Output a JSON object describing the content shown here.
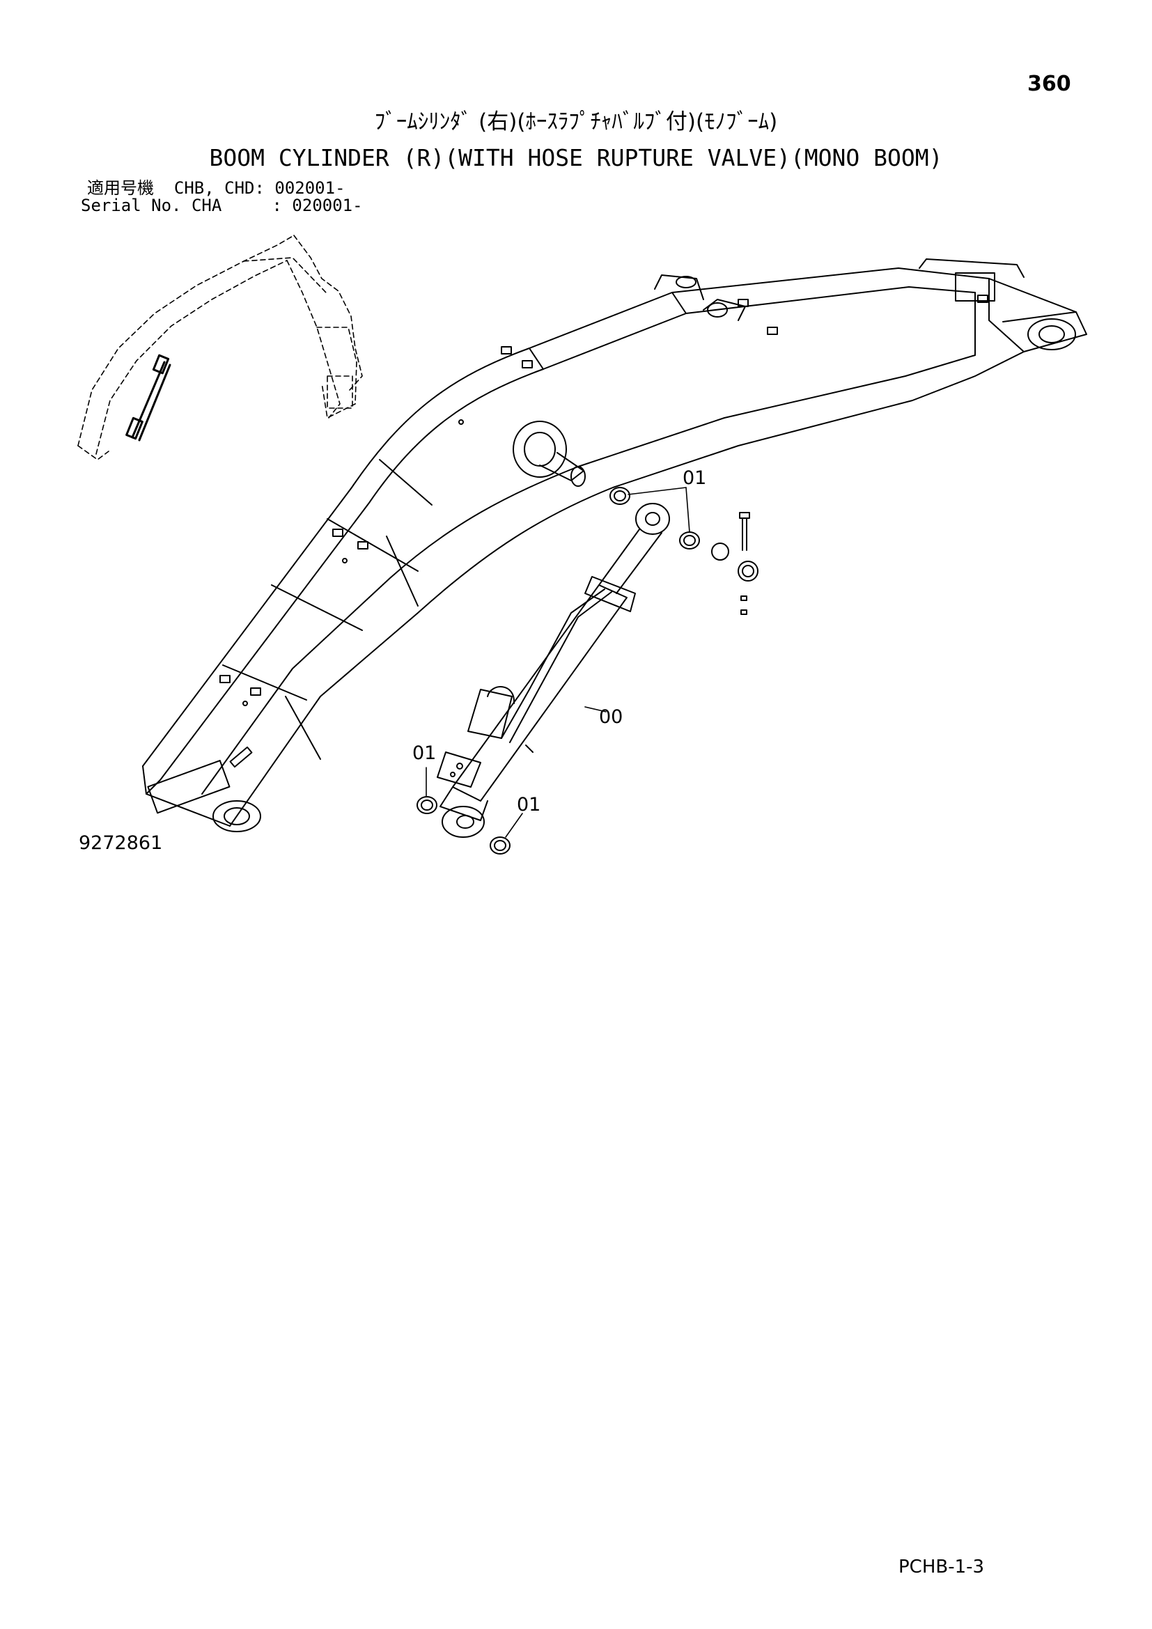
{
  "page": {
    "number": "360",
    "title_jp": "ﾌﾞｰﾑｼﾘﾝﾀﾞ (右)(ﾎｰｽﾗﾌﾟﾁｬﾊﾞﾙﾌﾞ付)(ﾓﾉﾌﾞｰﾑ)",
    "title_en": "BOOM CYLINDER (R)(WITH HOSE RUPTURE VALVE)(MONO BOOM)",
    "applicability_line1": "適用号機  CHB, CHD: 002001-",
    "applicability_line2": "Serial No. CHA     : 020001-",
    "figure_number": "9272861",
    "doc_code": "PCHB-1-3"
  },
  "callouts": {
    "pin_upper": "01",
    "cylinder": "00",
    "bushing_lower_left": "01",
    "bushing_lower_right": "01"
  }
}
